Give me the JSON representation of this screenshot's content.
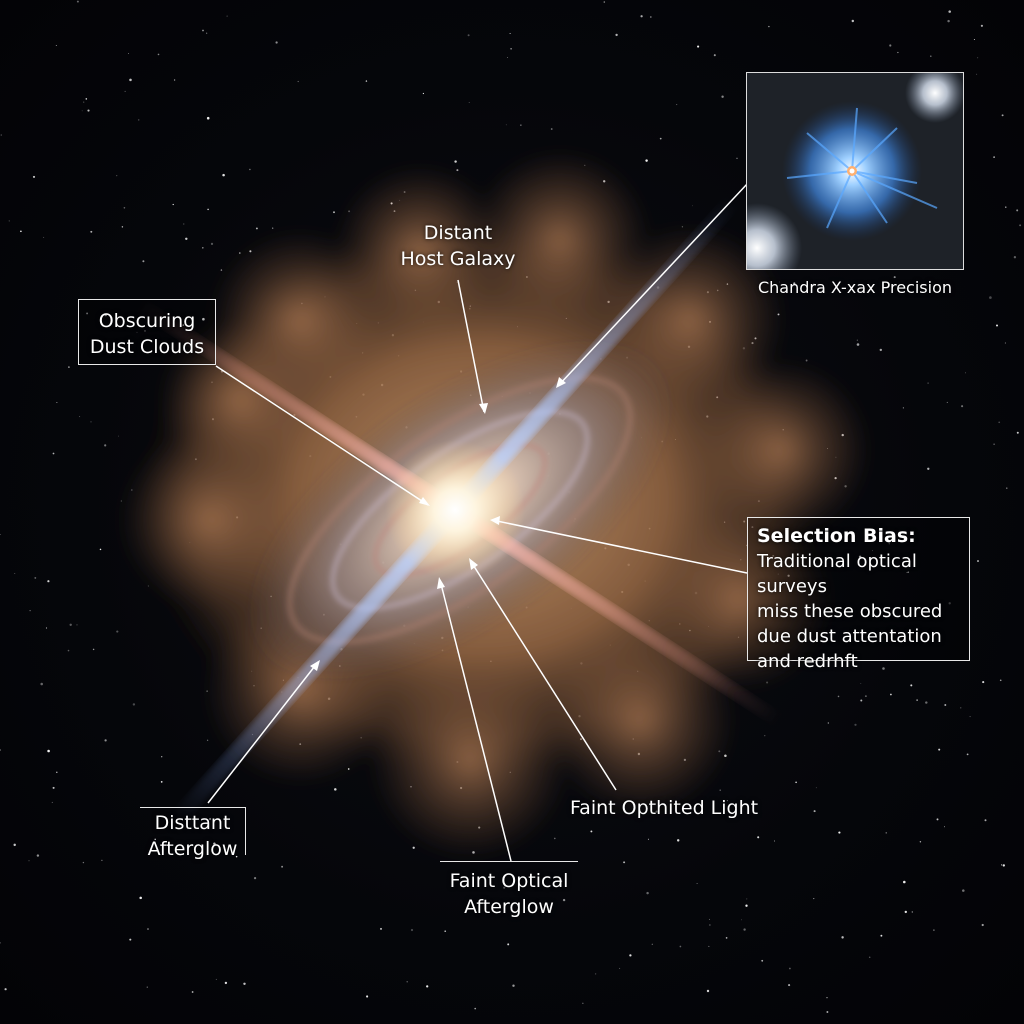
{
  "labels": {
    "dust_line1": "Obscuring",
    "dust_line2": "Dust Clouds",
    "host_line1": "Distant",
    "host_line2": "Host Galaxy",
    "chandra": "Chandra X-xax Precision",
    "bias_title": "Selection Bias:",
    "bias_line1": "Traditional optical surveys",
    "bias_line2": "miss these obscured",
    "bias_line3": "due dust attentation",
    "bias_line4": "and redrhft",
    "optlight": "Faint Opthited Light",
    "distant_ag_line1": "Disttant",
    "distant_ag_line2": "Afterglow",
    "optical_ag_line1": "Faint Optical",
    "optical_ag_line2": "Afterglow"
  },
  "colors": {
    "space": "#05060a",
    "dust": "#9a6a45",
    "jet_blue": "#7fa6ff",
    "jet_red": "#e88a80",
    "core": "#fff6e0",
    "label": "#ffffff"
  }
}
